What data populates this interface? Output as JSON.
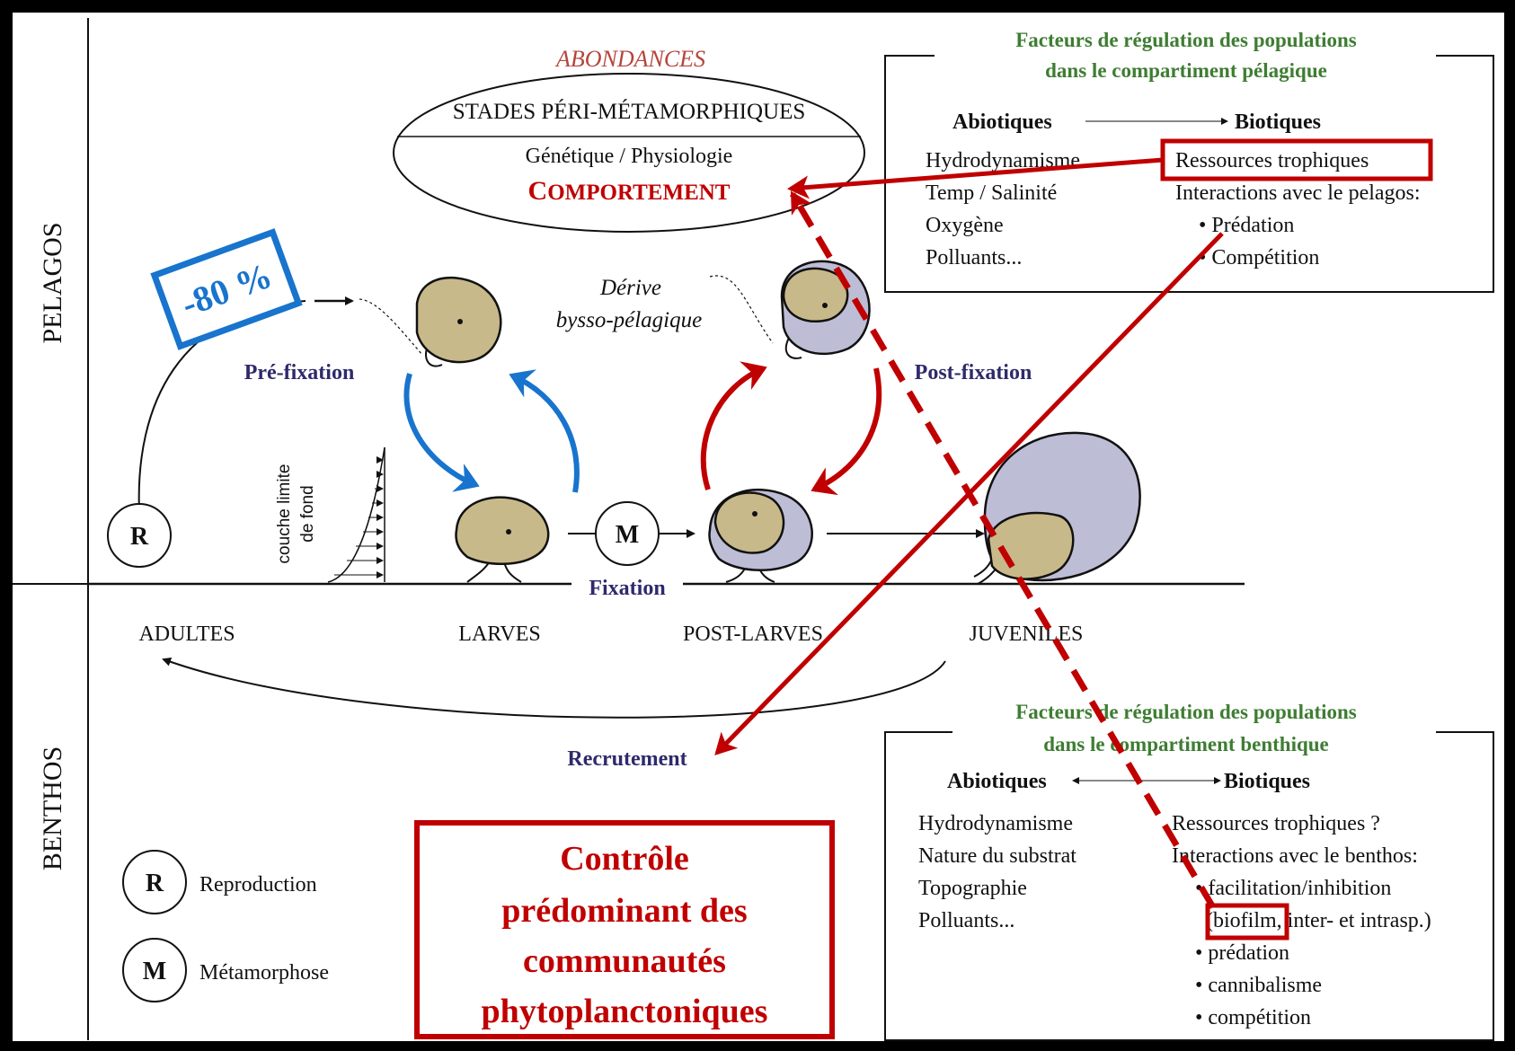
{
  "labels": {
    "pelagos": "PELAGOS",
    "benthos": "BENTHOS",
    "abondances": "ABONDANCES",
    "stades": "STADES PÉRI-MÉTAMORPHIQUES",
    "genetique": "Génétique / Physiologie",
    "comportement_big_c": "C",
    "comportement_rest": "OMPORTEMENT",
    "derive1": "Dérive",
    "derive2": "bysso-pélagique",
    "prefixation": "Pré-fixation",
    "postfixation": "Post-fixation",
    "fixation": "Fixation",
    "couche1": "couche limite",
    "couche2": "de fond",
    "R": "R",
    "M": "M",
    "adultes": "ADULTES",
    "larves": "LARVES",
    "postlarves": "POST-LARVES",
    "juveniles": "JUVENILES",
    "recrutement": "Recrutement",
    "legend_r": "Reproduction",
    "legend_m": "Métamorphose",
    "minus80": "-80 %"
  },
  "pelagic_box": {
    "title1": "Facteurs de régulation des populations",
    "title2": "dans le compartiment pélagique",
    "abiotiques": "Abiotiques",
    "biotiques": "Biotiques",
    "left": [
      "Hydrodynamisme",
      "Temp / Salinité",
      "Oxygène",
      "Polluants..."
    ],
    "right": [
      "Ressources trophiques",
      "Interactions avec le pelagos:",
      "• Prédation",
      "• Compétition"
    ]
  },
  "benthic_box": {
    "title1": "Facteurs de régulation des populations",
    "title2": "dans le compartiment benthique",
    "abiotiques": "Abiotiques",
    "biotiques": "Biotiques",
    "left": [
      "Hydrodynamisme",
      "Nature du substrat",
      "Topographie",
      "Polluants..."
    ],
    "right": [
      "Ressources trophiques ?",
      "Interactions avec le benthos:",
      "• facilitation/inhibition",
      "(biofilm, inter- et intrasp.)",
      "• prédation",
      "• cannibalisme",
      "• compétition"
    ]
  },
  "callout": {
    "lines": [
      "Contrôle",
      "prédominant des",
      "communautés",
      "phytoplanctoniques"
    ]
  },
  "colors": {
    "red": "#C00000",
    "blue": "#1874CD",
    "green": "#3E7D32",
    "navy": "#2E2A6B",
    "larva": "#C8B98A",
    "shell": "#BDBDD6"
  }
}
